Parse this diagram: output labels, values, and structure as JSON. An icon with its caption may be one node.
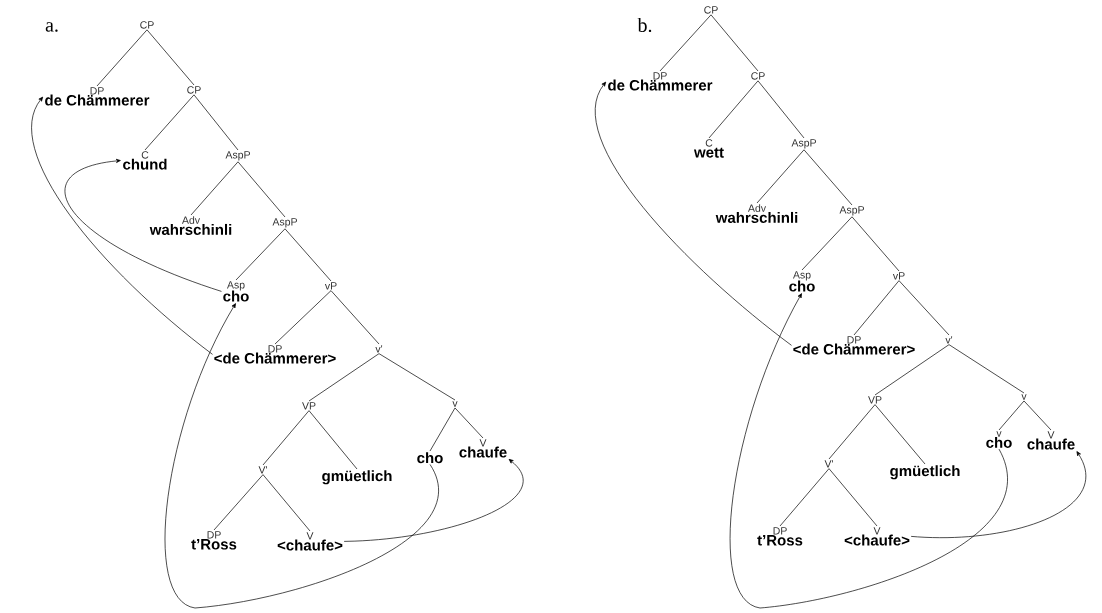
{
  "diagram": {
    "nodes": [
      {
        "text": [
          "CP"
        ]
      },
      {
        "text": [
          "DP",
          "de Chämmerer"
        ]
      },
      {
        "text": [
          "CP"
        ]
      },
      {
        "text": [
          "C",
          "chund"
        ]
      },
      {
        "text": [
          "AspP"
        ]
      },
      {
        "text": [
          "Adv",
          "wahrschinli"
        ]
      },
      {
        "text": [
          "AspP"
        ]
      },
      {
        "text": [
          "Asp",
          "cho"
        ]
      },
      {
        "text": [
          "vP"
        ]
      },
      {
        "text": [
          "DP",
          "<de Chämmerer>"
        ]
      },
      {
        "text": [
          "v'"
        ]
      },
      {
        "text": [
          "VP"
        ]
      },
      {
        "text": [
          "v"
        ]
      },
      {
        "text": [
          "cho"
        ]
      },
      {
        "text": [
          "V",
          "chaufe"
        ]
      },
      {
        "text": [
          "V'"
        ]
      },
      {
        "text": [
          "gmüetlich"
        ]
      },
      {
        "text": [
          "DP",
          "t’Ross"
        ]
      },
      {
        "text": [
          "V",
          "<chaufe>"
        ]
      },
      {
        "text": [
          "CP"
        ]
      },
      {
        "text": [
          "DP",
          "de Chämmerer"
        ]
      },
      {
        "text": [
          "CP"
        ]
      },
      {
        "text": [
          "C",
          "wett"
        ]
      },
      {
        "text": [
          "AspP"
        ]
      },
      {
        "text": [
          "Adv",
          "wahrschinli"
        ]
      },
      {
        "text": [
          "AspP"
        ]
      },
      {
        "text": [
          "Asp",
          "cho"
        ]
      },
      {
        "text": [
          "vP"
        ]
      },
      {
        "text": [
          "DP",
          "<de Chämmerer>"
        ]
      },
      {
        "text": [
          "v'"
        ]
      },
      {
        "text": [
          "VP"
        ]
      },
      {
        "text": [
          "v"
        ]
      },
      {
        "text": [
          "v",
          "cho"
        ]
      },
      {
        "text": [
          "V",
          "chaufe"
        ]
      },
      {
        "text": [
          "V'"
        ]
      },
      {
        "text": [
          "gmüetlich"
        ]
      },
      {
        "text": [
          "DP",
          "t’Ross"
        ]
      },
      {
        "text": [
          "V",
          "<chaufe>"
        ]
      }
    ],
    "edges": [
      {
        "from": 0,
        "to": 1,
        "arrow": "none"
      },
      {
        "from": 0,
        "to": 2,
        "arrow": "none"
      },
      {
        "from": 2,
        "to": 3,
        "arrow": "none"
      },
      {
        "from": 2,
        "to": 4,
        "arrow": "none"
      },
      {
        "from": 4,
        "to": 5,
        "arrow": "none"
      },
      {
        "from": 4,
        "to": 6,
        "arrow": "none"
      },
      {
        "from": 6,
        "to": 7,
        "arrow": "none"
      },
      {
        "from": 6,
        "to": 8,
        "arrow": "none"
      },
      {
        "from": 8,
        "to": 9,
        "arrow": "none"
      },
      {
        "from": 8,
        "to": 10,
        "arrow": "none"
      },
      {
        "from": 10,
        "to": 11,
        "arrow": "none"
      },
      {
        "from": 10,
        "to": 12,
        "arrow": "none"
      },
      {
        "from": 12,
        "to": 13,
        "arrow": "none"
      },
      {
        "from": 12,
        "to": 14,
        "arrow": "none"
      },
      {
        "from": 11,
        "to": 15,
        "arrow": "none"
      },
      {
        "from": 11,
        "to": 16,
        "arrow": "none"
      },
      {
        "from": 15,
        "to": 17,
        "arrow": "none"
      },
      {
        "from": 15,
        "to": 18,
        "arrow": "none"
      },
      {
        "from": 9,
        "to": 1,
        "arrow": "to"
      },
      {
        "from": 7,
        "to": 3,
        "arrow": "to"
      },
      {
        "from": 13,
        "to": 7,
        "arrow": "to"
      },
      {
        "from": 18,
        "to": 14,
        "arrow": "to"
      },
      {
        "from": 19,
        "to": 20,
        "arrow": "none"
      },
      {
        "from": 19,
        "to": 21,
        "arrow": "none"
      },
      {
        "from": 21,
        "to": 22,
        "arrow": "none"
      },
      {
        "from": 21,
        "to": 23,
        "arrow": "none"
      },
      {
        "from": 23,
        "to": 24,
        "arrow": "none"
      },
      {
        "from": 23,
        "to": 25,
        "arrow": "none"
      },
      {
        "from": 25,
        "to": 26,
        "arrow": "none"
      },
      {
        "from": 25,
        "to": 27,
        "arrow": "none"
      },
      {
        "from": 27,
        "to": 28,
        "arrow": "none"
      },
      {
        "from": 27,
        "to": 29,
        "arrow": "none"
      },
      {
        "from": 29,
        "to": 30,
        "arrow": "none"
      },
      {
        "from": 29,
        "to": 31,
        "arrow": "none"
      },
      {
        "from": 31,
        "to": 32,
        "arrow": "none"
      },
      {
        "from": 31,
        "to": 33,
        "arrow": "none"
      },
      {
        "from": 30,
        "to": 34,
        "arrow": "none"
      },
      {
        "from": 30,
        "to": 35,
        "arrow": "none"
      },
      {
        "from": 34,
        "to": 36,
        "arrow": "none"
      },
      {
        "from": 34,
        "to": 37,
        "arrow": "none"
      },
      {
        "from": 28,
        "to": 20,
        "arrow": "to"
      },
      {
        "from": 32,
        "to": 26,
        "arrow": "to"
      },
      {
        "from": 37,
        "to": 33,
        "arrow": "to"
      }
    ],
    "labels": [
      "a.",
      "b."
    ]
  }
}
